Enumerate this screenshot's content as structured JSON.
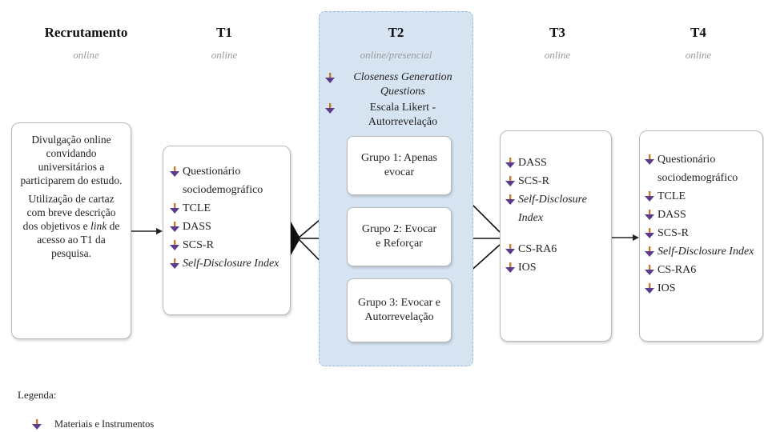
{
  "stages": [
    {
      "id": "recrutamento",
      "title": "Recrutamento",
      "mode": "online"
    },
    {
      "id": "t1",
      "title": "T1",
      "mode": "online"
    },
    {
      "id": "t2",
      "title": "T2",
      "mode": "online/presencial"
    },
    {
      "id": "t3",
      "title": "T3",
      "mode": "online"
    },
    {
      "id": "t4",
      "title": "T4",
      "mode": "online"
    }
  ],
  "recrutamento_box": {
    "p1": "Divulgação online convidando universitários a participarem do estudo.",
    "p2a": "Utilização de cartaz com breve descrição dos objetivos e ",
    "p2b": "link",
    "p2c": " de acesso ao T1 da pesquisa."
  },
  "t1_items": [
    {
      "text": "Questionário sociodemográfico",
      "italic": false
    },
    {
      "text": "TCLE",
      "italic": false
    },
    {
      "text": "DASS",
      "italic": false
    },
    {
      "text": "SCS-R",
      "italic": false
    },
    {
      "text": "Self-Disclosure Index",
      "italic": true
    }
  ],
  "t2_items": [
    {
      "text": "Closeness Generation Questions",
      "italic": true
    },
    {
      "text": "Escala Likert - Autorrevelação",
      "italic": false
    }
  ],
  "groups": [
    {
      "label": "Grupo 1: Apenas evocar"
    },
    {
      "label": "Grupo 2: Evocar e Reforçar"
    },
    {
      "label": "Grupo 3: Evocar e Autorrevelação"
    }
  ],
  "t3_items": [
    {
      "text": "DASS",
      "italic": false
    },
    {
      "text": "SCS-R",
      "italic": false
    },
    {
      "text": "Self-Disclosure Index",
      "italic": true
    },
    {
      "text": "CS-RA6",
      "italic": false
    },
    {
      "text": "IOS",
      "italic": false
    }
  ],
  "t4_items": [
    {
      "text": "Questionário sociodemográfico",
      "italic": false
    },
    {
      "text": "TCLE",
      "italic": false
    },
    {
      "text": "DASS",
      "italic": false
    },
    {
      "text": "SCS-R",
      "italic": false
    },
    {
      "text": "Self-Disclosure Index",
      "italic": true
    },
    {
      "text": "CS-RA6",
      "italic": false
    },
    {
      "text": "IOS",
      "italic": false
    }
  ],
  "legend": {
    "title": "Legenda:",
    "items": [
      {
        "icon": "materials-arrow-icon",
        "text": "Materiais e Instrumentos"
      }
    ]
  },
  "colors": {
    "icon_top": "#c97a2c",
    "icon_bottom": "#5b3b8c",
    "panel": "#d6e4f2"
  }
}
